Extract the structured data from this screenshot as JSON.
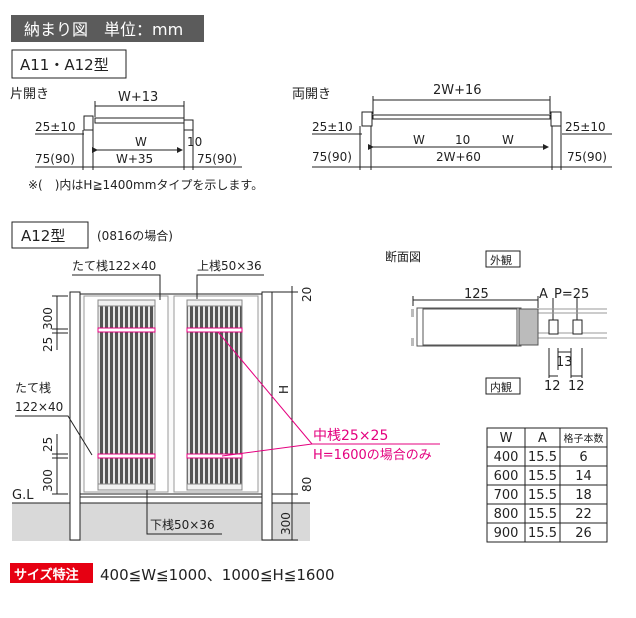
{
  "header": {
    "title": "納まり図　単位：mm",
    "bg_color": "#5b5b5b"
  },
  "section1": {
    "title": "A11・A12型",
    "single": {
      "label": "片開き",
      "top_dim": "W+13",
      "offset": "25±10",
      "w": "W",
      "gap": "10",
      "bottom_dim": "W+35",
      "post_left": "75(90)",
      "post_right": "75(90)"
    },
    "double": {
      "label": "両開き",
      "top_dim": "2W+16",
      "offset_left": "25±10",
      "offset_right": "25±10",
      "w_left": "W",
      "gap": "10",
      "w_right": "W",
      "bottom_dim": "2W+60",
      "post_left": "75(90)",
      "post_right": "75(90)"
    },
    "note": "※(　)内はH≧1400mmタイプを示します。"
  },
  "section2": {
    "title": "A12型",
    "subtitle": "(0816の場合)",
    "elevation": {
      "stile_top": "たて桟122×40",
      "top_rail": "上桟50×36",
      "stile_left_1": "たて桟",
      "stile_left_2": "122×40",
      "dim_top_300": "300",
      "dim_top_25": "25",
      "dim_bot_25": "25",
      "dim_bot_300": "300",
      "dim_20": "20",
      "dim_h": "H",
      "dim_80": "80",
      "dim_300_ground": "300",
      "gl": "G.L",
      "bottom_rail": "下桟50×36",
      "mid_rail_1": "中桟25×25",
      "mid_rail_2": "H=1600の場合のみ",
      "accent_color": "#e4007f"
    },
    "section_view": {
      "title": "断面図",
      "outside": "外観",
      "inside": "内観",
      "dim_125": "125",
      "dim_a": "A",
      "dim_p": "P=25",
      "dim_13": "13",
      "dim_12a": "12",
      "dim_12b": "12"
    },
    "table": {
      "headers": [
        "W",
        "A",
        "格子本数"
      ],
      "rows": [
        [
          "400",
          "15.5",
          "6"
        ],
        [
          "600",
          "15.5",
          "14"
        ],
        [
          "700",
          "15.5",
          "18"
        ],
        [
          "800",
          "15.5",
          "22"
        ],
        [
          "900",
          "15.5",
          "26"
        ]
      ]
    }
  },
  "footer": {
    "badge": "サイズ特注",
    "badge_color": "#e60012",
    "spec": "400≦W≦1000、1000≦H≦1600"
  }
}
